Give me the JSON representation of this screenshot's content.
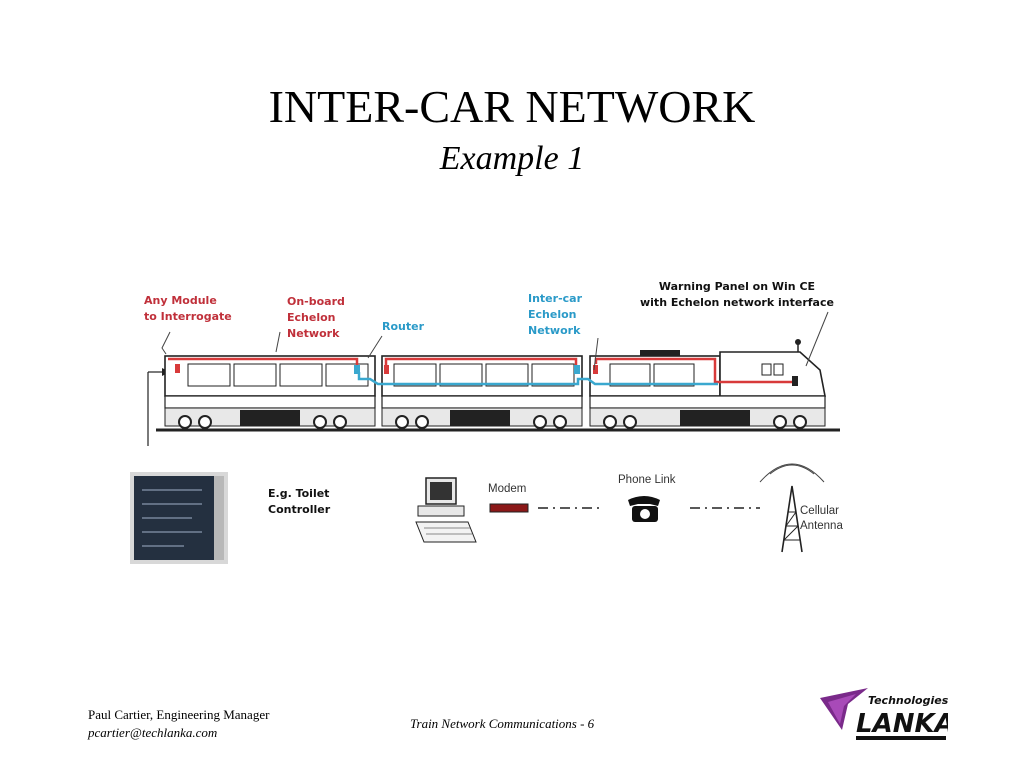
{
  "slide": {
    "title": "INTER-CAR NETWORK",
    "subtitle": "Example 1"
  },
  "diagram": {
    "labels": {
      "any_module": [
        "Any Module",
        "to Interrogate"
      ],
      "onboard_network": [
        "On-board",
        "Echelon",
        "Network"
      ],
      "router": "Router",
      "intercar_network": [
        "Inter-car",
        "Echelon",
        "Network"
      ],
      "warning_panel": [
        "Warning Panel on Win CE",
        "with Echelon network interface"
      ],
      "toilet_controller": [
        "E.g. Toilet",
        "Controller"
      ],
      "modem": "Modem",
      "phone_link": "Phone Link",
      "cellular_antenna": [
        "Cellular",
        "Antenna"
      ]
    },
    "colors": {
      "onboard_network": "#d83a3a",
      "intercar_network": "#3aa8cf",
      "train_body": "#ffffff",
      "undercarriage": "#333333"
    }
  },
  "footer": {
    "author": "Paul Cartier, Engineering Manager",
    "email": "pcartier@techlanka.com",
    "center": "Train Network Communications - 6",
    "logo_top": "Technologies",
    "logo_main": "LANKA"
  }
}
